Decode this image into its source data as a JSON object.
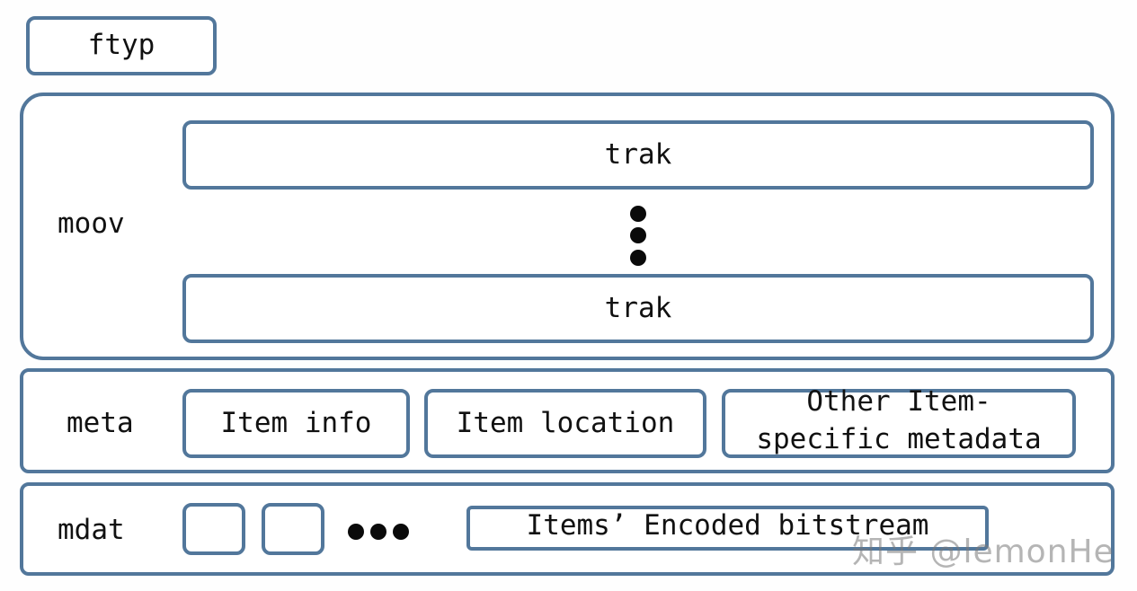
{
  "colors": {
    "box_border": "#52779b",
    "text": "#111111",
    "dots": "#0a0a0a"
  },
  "ftyp": {
    "label": "ftyp"
  },
  "moov": {
    "label": "moov",
    "tracks": [
      {
        "label": "trak"
      },
      {
        "label": "trak"
      }
    ]
  },
  "meta": {
    "label": "meta",
    "items": [
      {
        "label": "Item info"
      },
      {
        "label": "Item location"
      },
      {
        "label": "Other Item-\nspecific metadata"
      }
    ]
  },
  "mdat": {
    "label": "mdat",
    "bitstream_label": "Items’ Encoded bitstream"
  },
  "watermark": {
    "text": "知乎 @lemonHe"
  }
}
